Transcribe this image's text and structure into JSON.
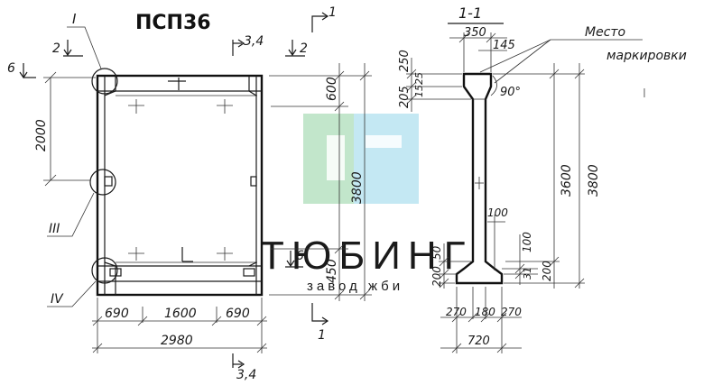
{
  "title": "ПСП36",
  "callouts": {
    "detail_i": "I",
    "detail_iii": "III",
    "detail_iv": "IV"
  },
  "section_marks": {
    "s1_top": "1",
    "s1_bottom": "1",
    "s2_left": "2",
    "s2_mid": "2",
    "s34_top": "3,4",
    "s34_bottom": "3,4",
    "s6_left": "6",
    "s6_mid": "6"
  },
  "front_dims": {
    "d2000": "2000",
    "d690_left": "690",
    "d1600": "1600",
    "d690_right": "690",
    "d2980": "2980",
    "d600": "600",
    "d3800": "3800",
    "d450": "450"
  },
  "section": {
    "title": "1-1",
    "d350": "350",
    "d145": "145",
    "d250": "250",
    "d25": "25",
    "d205": "205",
    "d15": "15",
    "angle": "90°",
    "d3600": "3600",
    "d3800": "3800",
    "d100_top": "100",
    "d100_mid": "100",
    "d50": "50",
    "d200_left": "200",
    "d31": "31",
    "d200_right": "200",
    "d270_left": "270",
    "d180": "180",
    "d270_right": "270",
    "d720": "720",
    "marking_line1": "Место",
    "marking_line2": "маркировки"
  },
  "watermark": {
    "brand": "ТЮБИНГ",
    "slogan": "завод жби"
  },
  "colors": {
    "ink": "#1a1a1a",
    "wm_green": "#bfe3c8",
    "wm_blue": "#bfe6f2",
    "wm_text": "#c9c9c9"
  }
}
